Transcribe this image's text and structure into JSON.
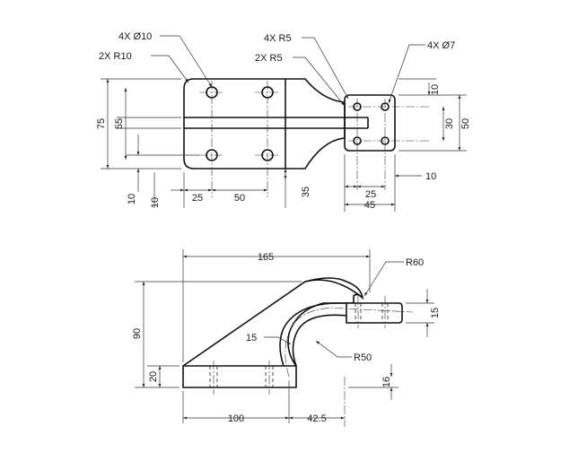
{
  "top_view": {
    "callouts": {
      "holes_large": "4X Ø10",
      "corner_radius": "2X R10",
      "fillet_r5_top": "4X R5",
      "fillet_r5_mid": "2X R5",
      "holes_small": "4X Ø7"
    },
    "dims": {
      "overall_height": "75",
      "slot_height": "55",
      "hole_edge_bottom": "10",
      "hole_edge_side": "10",
      "hole_spacing_first": "25",
      "hole_spacing": "50",
      "neck_offset": "35",
      "tab_hole_top": "10",
      "tab_hole_spacing_v": "30",
      "tab_height": "50",
      "tab_hole_offset": "10",
      "tab_hole_spacing_h": "25",
      "tab_width": "45"
    }
  },
  "front_view": {
    "dims": {
      "overall_length": "165",
      "large_radius": "R60",
      "overall_height": "90",
      "arm_thickness": "15",
      "inner_radius": "R50",
      "tab_thickness": "15",
      "tab_offset": "16",
      "base_thickness": "20",
      "base_length": "100",
      "arm_offset": "42.5"
    }
  }
}
